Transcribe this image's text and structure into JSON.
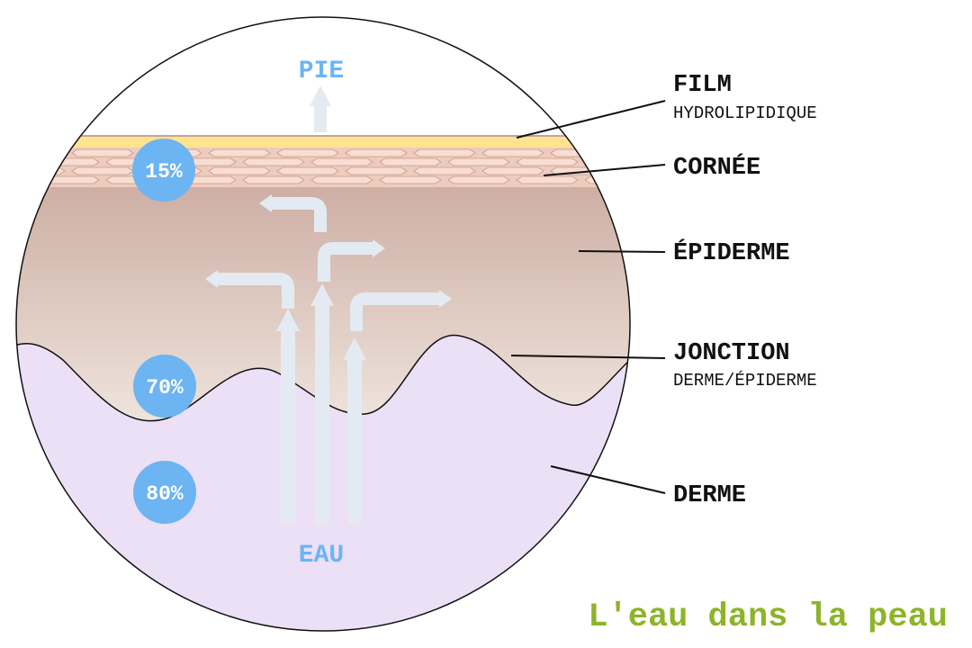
{
  "title": "L'eau dans la peau",
  "top_label": "PIE",
  "bottom_label": "EAU",
  "percentages": [
    "15%",
    "70%",
    "80%"
  ],
  "layers": [
    {
      "title": "FILM",
      "subtitle": "HYDROLIPIDIQUE"
    },
    {
      "title": "CORNÉE"
    },
    {
      "title": "ÉPIDERME"
    },
    {
      "title": "JONCTION",
      "subtitle": "DERME/ÉPIDERME"
    },
    {
      "title": "DERME"
    }
  ],
  "colors": {
    "film": "#ffe08a",
    "cornee": "#f2d3c6",
    "epiderme_top": "#c7a59a",
    "epiderme_bottom": "#efe3dc",
    "derme": "#ede1f6",
    "badge": "#6cb4f2",
    "arrow": "#e4ebf3",
    "label_blue": "#6cb4f2",
    "title_green": "#8db42a"
  }
}
